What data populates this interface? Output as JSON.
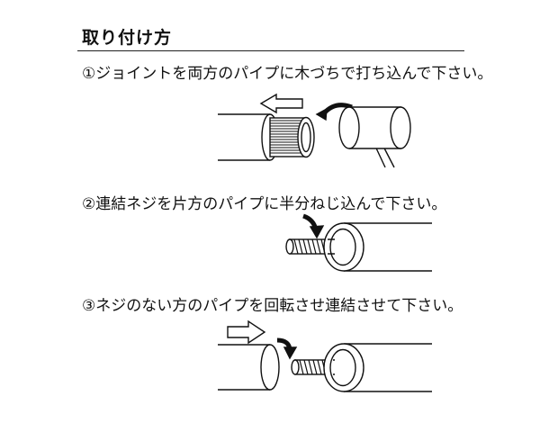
{
  "title": "取り付け方",
  "steps": [
    {
      "label": "①ジョイントを両方のパイプに木づちで打ち込んで下さい。"
    },
    {
      "label": "②連結ネジを片方のパイプに半分ねじ込んで下さい。"
    },
    {
      "label": "③ネジのない方のパイプを回転させ連結させて下さい。"
    }
  ]
}
